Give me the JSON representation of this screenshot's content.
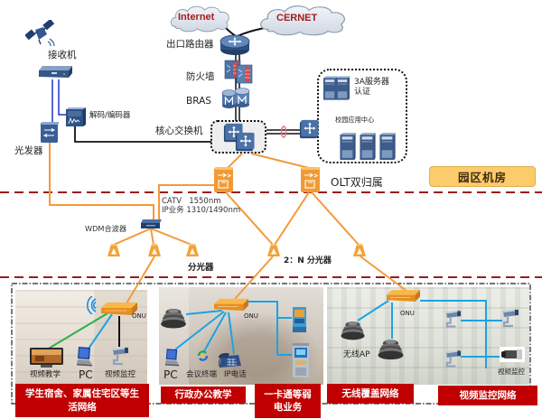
{
  "colors": {
    "fiber": "#F39A3B",
    "zone_divider": "#9B1C1C",
    "label_red": "#C00000",
    "badge_fill": "#FCCB6B",
    "lan_blue": "#1CA3E3",
    "cloud_text": "#A51C1C"
  },
  "wan": {
    "internet": "Internet",
    "cernet": "CERNET"
  },
  "core": {
    "exit_router": "出口路由器",
    "firewall": "防火墙",
    "bras": "BRAS",
    "core_switch": "核心交换机"
  },
  "broadcast": {
    "receiver": "接收机",
    "codec": "解码/编码器",
    "optical_transmitter": "光发器"
  },
  "server_zone": {
    "auth_line1": "3A服务器",
    "auth_line2": "认证",
    "campus_center": "校园应用中心"
  },
  "olt": {
    "label": "OLT双归属"
  },
  "zone_badge": "园区机房",
  "wdm": {
    "catv": "CATV   1550nm",
    "ip_service": "IP业务 1310/1490nm",
    "label": "WDM合波器",
    "splitter_label": "分光器"
  },
  "splitter_2n": {
    "label": "2：N 分光器"
  },
  "panels": {
    "residential": {
      "onu": "ONU",
      "devices": [
        "视频教学",
        "PC",
        "视频监控"
      ],
      "title_lines": [
        "学生宿舍、家属住宅区等生",
        "活网络"
      ]
    },
    "office": {
      "onu": "ONU",
      "devices": [
        "PC",
        "会议终端",
        "IP电话"
      ],
      "title": "行政办公教学",
      "card_title_lines": [
        "一卡通等弱",
        "电业务"
      ]
    },
    "coverage": {
      "onu": "ONU",
      "ap_label": "无线AP",
      "camera_label": "视频监控",
      "wireless_title": "无线覆盖网络",
      "video_title": "视频监控网络"
    }
  }
}
